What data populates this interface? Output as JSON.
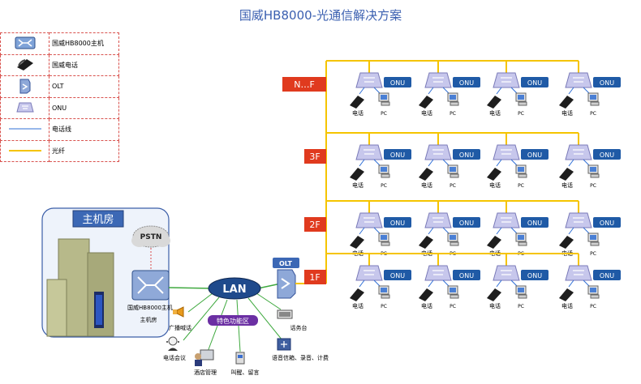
{
  "title": "国威HB8000-光通信解决方案",
  "legend": [
    {
      "label": "国威HB8000主机",
      "icon": "pbx-switch-icon"
    },
    {
      "label": "国威电话",
      "icon": "phone-icon"
    },
    {
      "label": "OLT",
      "icon": "olt-icon"
    },
    {
      "label": "ONU",
      "icon": "onu-icon"
    },
    {
      "label": "电话线",
      "icon": "phone-line-icon"
    },
    {
      "label": "光纤",
      "icon": "fiber-line-icon"
    }
  ],
  "colors": {
    "fiber": "#f5c400",
    "phone_line": "#2f6fd6",
    "floor_tag": "#e03a1e",
    "onu_badge": "#1f5aa6",
    "zone": "#6b2fa3"
  },
  "floors": [
    {
      "label": "N…F"
    },
    {
      "label": "3F"
    },
    {
      "label": "2F"
    },
    {
      "label": "1F"
    }
  ],
  "onu_label": "ONU",
  "phone_label": "电话",
  "pc_label": "PC",
  "machine_room": {
    "title": "主机房",
    "pstn": "PSTN",
    "pbx_label": "国威HB8000主机",
    "room_label": "主机房"
  },
  "lan_label": "LAN",
  "olt_label": "OLT",
  "feature_zone": "特色功能区",
  "features": {
    "broadcast": "广播喊话",
    "conference": "电话会议",
    "attendant": "话务台",
    "recording": "语音信箱、录音、计费",
    "hotel": "酒店管理",
    "alarm": "叫醒、留言"
  }
}
